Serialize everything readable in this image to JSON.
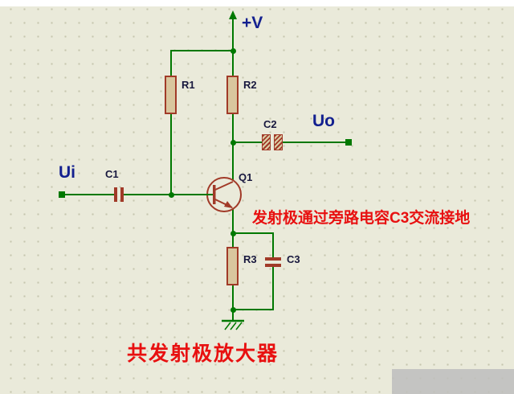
{
  "schematic": {
    "power_label": "+V",
    "input_label": "Ui",
    "output_label": "Uo",
    "components": {
      "r1": "R1",
      "r2": "R2",
      "r3": "R3",
      "c1": "C1",
      "c2": "C2",
      "c3": "C3",
      "q1": "Q1"
    },
    "annotation": "发射极通过旁路电容C3交流接地",
    "title": "共发射极放大器",
    "colors": {
      "background": "#EAEADA",
      "grid_dot": "#C6C6AE",
      "wire_green": "#007800",
      "component_outline": "#A13A28",
      "component_fill": "#D9C69E",
      "label_blue": "#13208F",
      "reference_text": "#18183E",
      "annotation_red": "#E81010"
    }
  }
}
